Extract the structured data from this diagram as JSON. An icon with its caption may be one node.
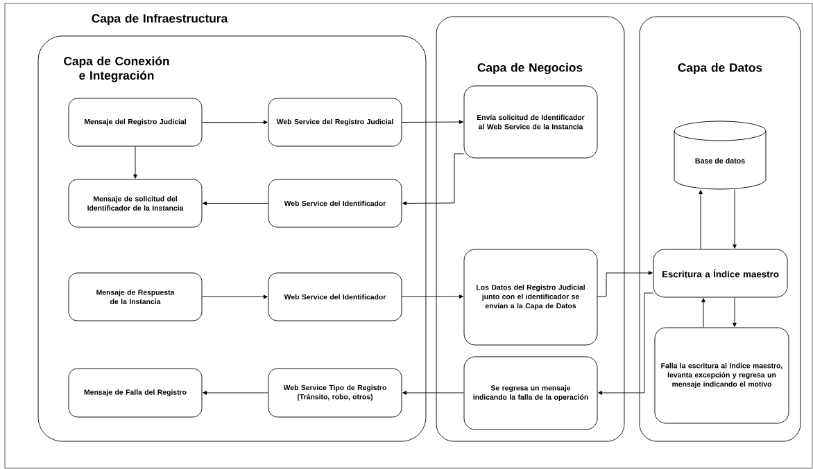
{
  "diagram": {
    "nodes": [
      {
        "text": [
          "Capa de Infraestructura"
        ]
      },
      {
        "text": [
          "Capa de Conexión e Integración"
        ],
        "in": 0
      },
      {
        "text": [
          "Mensaje del Registro Judicial"
        ],
        "in": 1
      },
      {
        "text": [
          "Web Service del Registro Judicial"
        ],
        "in": 1
      },
      {
        "text": [
          "Mensaje de solicitud del Identificador de la Instancia"
        ],
        "in": 1
      },
      {
        "text": [
          "Web Service del Identificador"
        ],
        "in": 1
      },
      {
        "text": [
          "Mensaje de Respuesta de la Instancia"
        ],
        "in": 1
      },
      {
        "text": [
          "Web Service del Identificador"
        ],
        "in": 1
      },
      {
        "text": [
          "Mensaje de Falla del Registro"
        ],
        "in": 1
      },
      {
        "text": [
          "Web Service Tipo de Registro (Tránsito, robo, otros)"
        ],
        "in": 1
      },
      {
        "text": [
          "Capa de Negocios"
        ],
        "in": 0
      },
      {
        "text": [
          "Envía solicitud de Identificador al Web Service de la Instancia"
        ],
        "in": 10
      },
      {
        "text": [
          "Los Datos del Registro Judicial junto con el identificador se envían a la Capa de Datos"
        ],
        "in": 10
      },
      {
        "text": [
          "Se regresa un mensaje indicando la falla de la operación"
        ],
        "in": 10
      },
      {
        "text": [
          "Capa de Datos"
        ],
        "in": 0
      },
      {
        "text": [
          "Base de datos"
        ],
        "in": 14
      },
      {
        "text": [
          "Escritura a Índice maestro"
        ],
        "in": 14
      },
      {
        "text": [
          "Falla la escritura al índice maestro, levanta excepción y regresa un mensaje indicando el motivo"
        ],
        "in": 14
      }
    ],
    "edges": [
      {
        "from": 2,
        "to": 3,
        "arrow": "to"
      },
      {
        "from": 2,
        "to": 4,
        "arrow": "to"
      },
      {
        "from": 3,
        "to": 11,
        "arrow": "to"
      },
      {
        "from": 11,
        "to": 5,
        "arrow": "to"
      },
      {
        "from": 5,
        "to": 4,
        "arrow": "to"
      },
      {
        "from": 6,
        "to": 7,
        "arrow": "to"
      },
      {
        "from": 7,
        "to": 12,
        "arrow": "to"
      },
      {
        "from": 12,
        "to": 16,
        "arrow": "to"
      },
      {
        "from": 16,
        "to": 15,
        "arrow": "to"
      },
      {
        "from": 15,
        "to": 16,
        "arrow": "to"
      },
      {
        "from": 16,
        "to": 17,
        "arrow": "to"
      },
      {
        "from": 17,
        "to": 16,
        "arrow": "to"
      },
      {
        "from": 16,
        "to": 13,
        "arrow": "to"
      },
      {
        "from": 13,
        "to": 9,
        "arrow": "to"
      },
      {
        "from": 9,
        "to": 8,
        "arrow": "to"
      }
    ]
  }
}
